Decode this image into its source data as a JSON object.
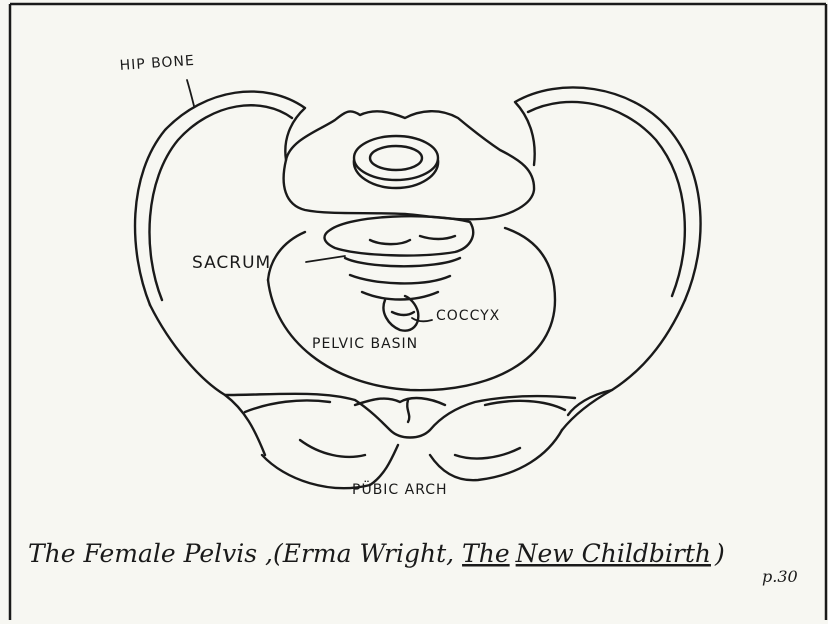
{
  "labels": {
    "hip_bone": "HIP BONE",
    "sacrum": "SACRUM",
    "coccyx": "COCCYX",
    "pelvic_basin": "PELVIC  BASIN",
    "pubic_arch": "PÜBIC ARCH"
  },
  "caption": {
    "lead": "The Female Pelvis ,(Erma Wright, ",
    "the": "The",
    "book_title": "New Childbirth",
    "close": ")",
    "page": "p.30"
  },
  "colors": {
    "ink": "#1a1a1a",
    "paper": "#f7f7f2"
  }
}
